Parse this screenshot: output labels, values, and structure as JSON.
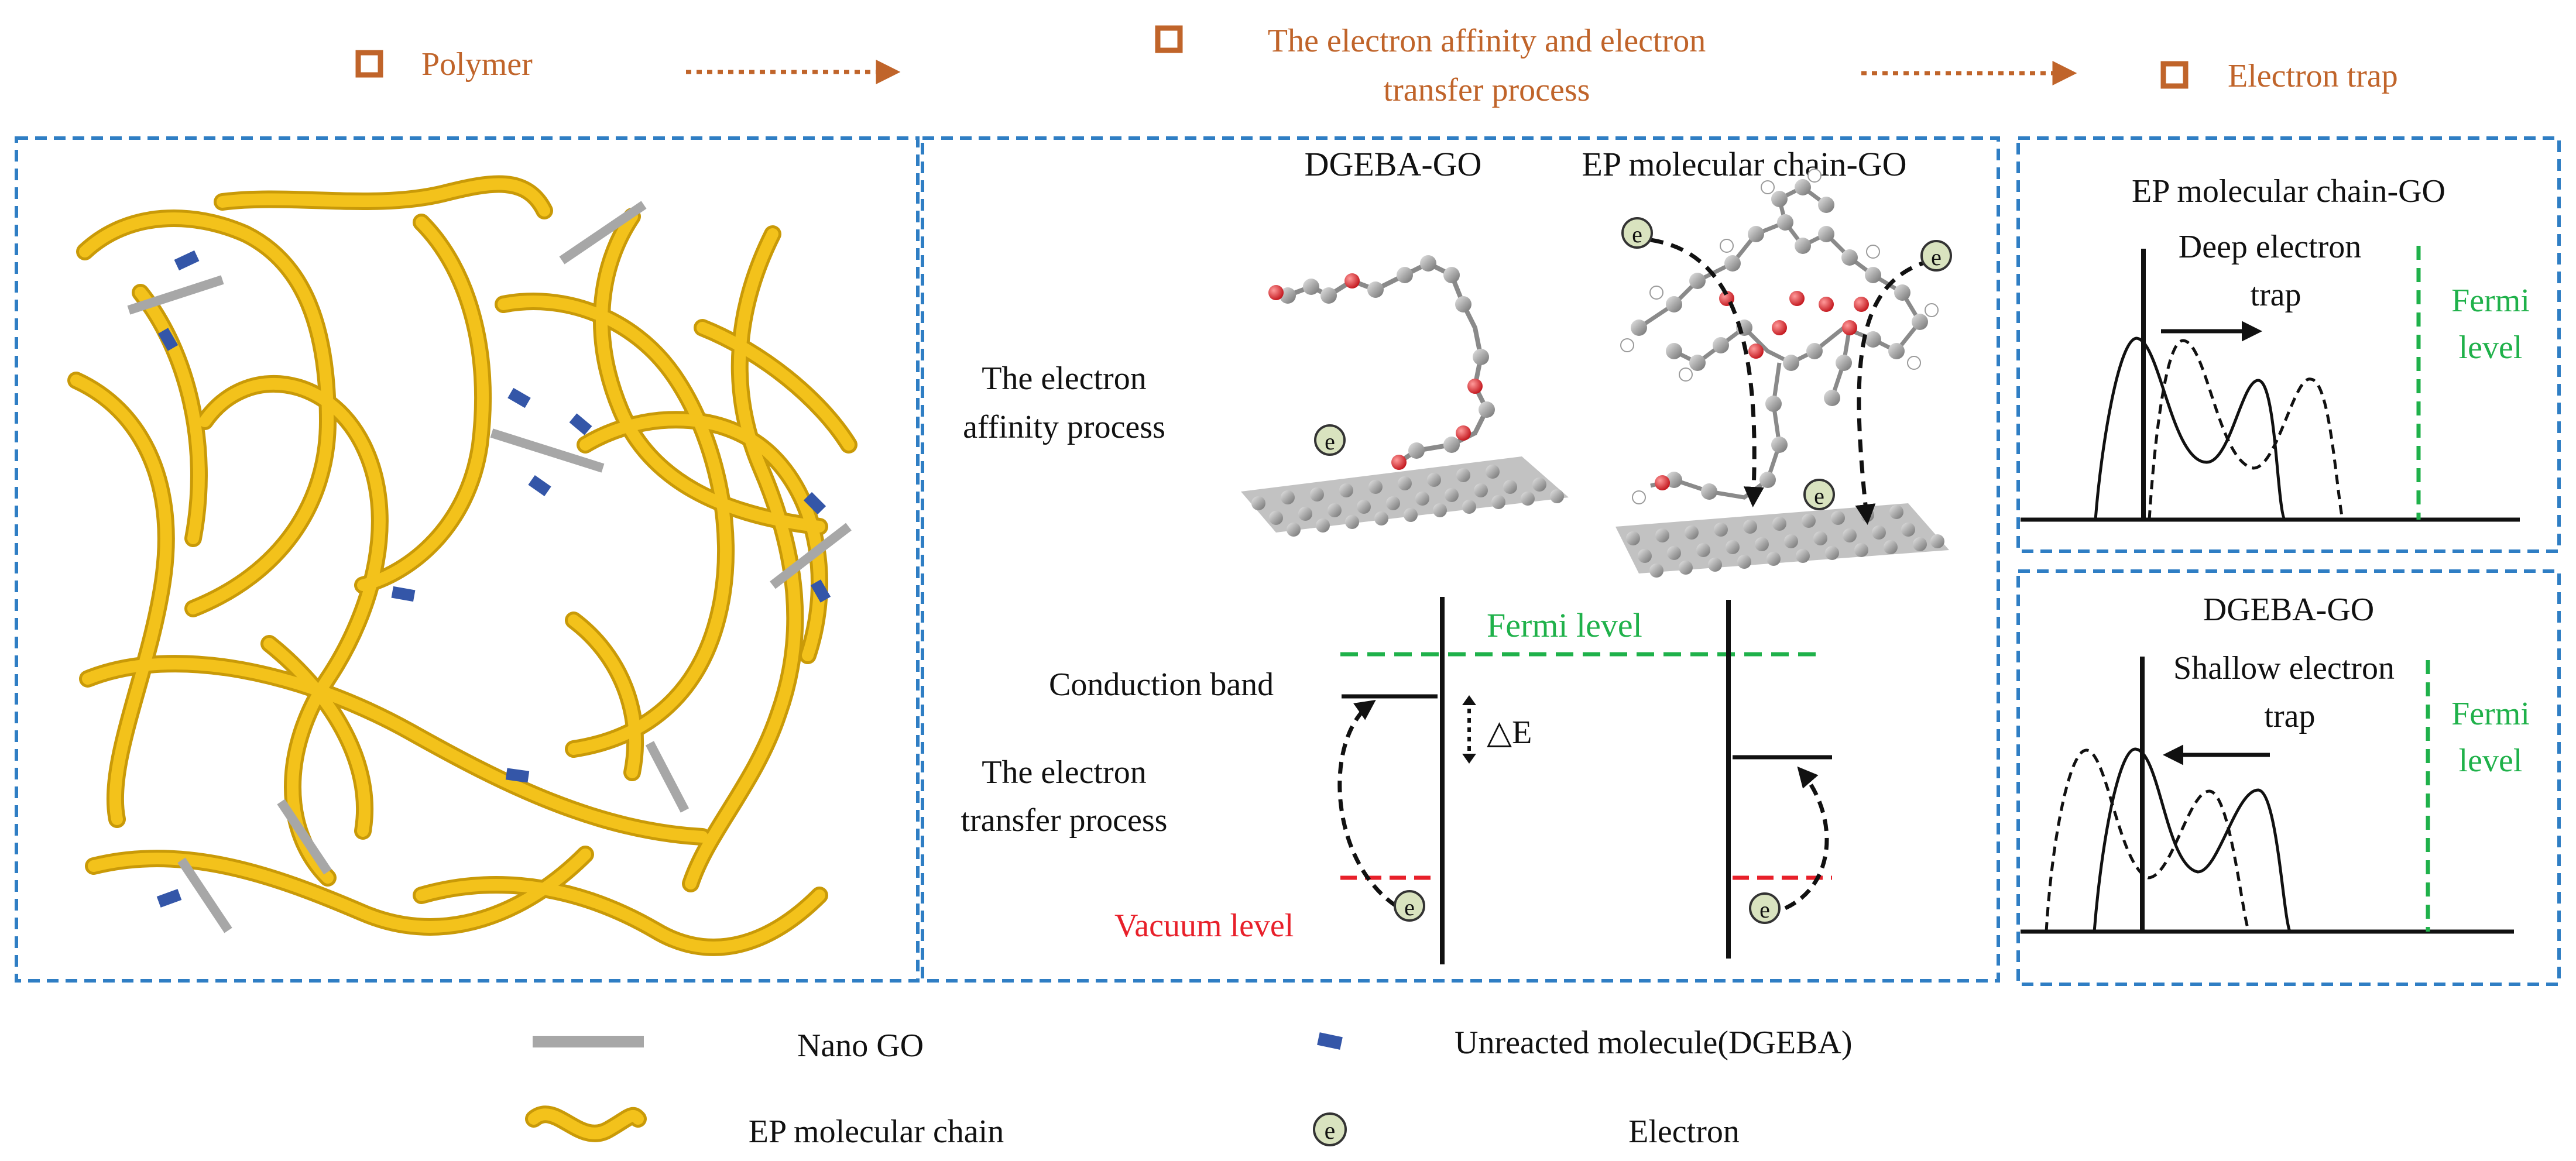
{
  "header": {
    "step1": "Polymer",
    "step2_line1": "The electron affinity and electron",
    "step2_line2": "transfer process",
    "step3": "Electron trap"
  },
  "middle": {
    "dgeba_go_title": "DGEBA-GO",
    "ep_go_title": "EP molecular chain-GO",
    "affinity_line1": "The electron",
    "affinity_line2": "affinity process",
    "fermi_level": "Fermi level",
    "conduction_band": "Conduction band",
    "delta_e": "△E",
    "transfer_line1": "The electron",
    "transfer_line2": "transfer process",
    "vacuum_level": "Vacuum level"
  },
  "right_top": {
    "title": "EP molecular chain-GO",
    "trap_line1": "Deep electron",
    "trap_line2": "trap",
    "fermi_line1": "Fermi",
    "fermi_line2": "level"
  },
  "right_bottom": {
    "title": "DGEBA-GO",
    "trap_line1": "Shallow electron",
    "trap_line2": "trap",
    "fermi_line1": "Fermi",
    "fermi_line2": "level"
  },
  "legend": {
    "nano_go": "Nano GO",
    "unreacted": "Unreacted molecule(DGEBA)",
    "ep_chain": "EP molecular chain",
    "electron": "Electron"
  },
  "electron_symbol": "e",
  "colors": {
    "header_text": "#c0642a",
    "frame_blue": "#2f7ec4",
    "chain_yellow": "#f3c21b",
    "chain_outline": "#c99a08",
    "go_gray": "#a7a7a7",
    "molecule_blue": "#3456a8",
    "fermi_green": "#1fb14a",
    "vacuum_red": "#e8202a",
    "electron_fill": "#d9e3bf"
  }
}
